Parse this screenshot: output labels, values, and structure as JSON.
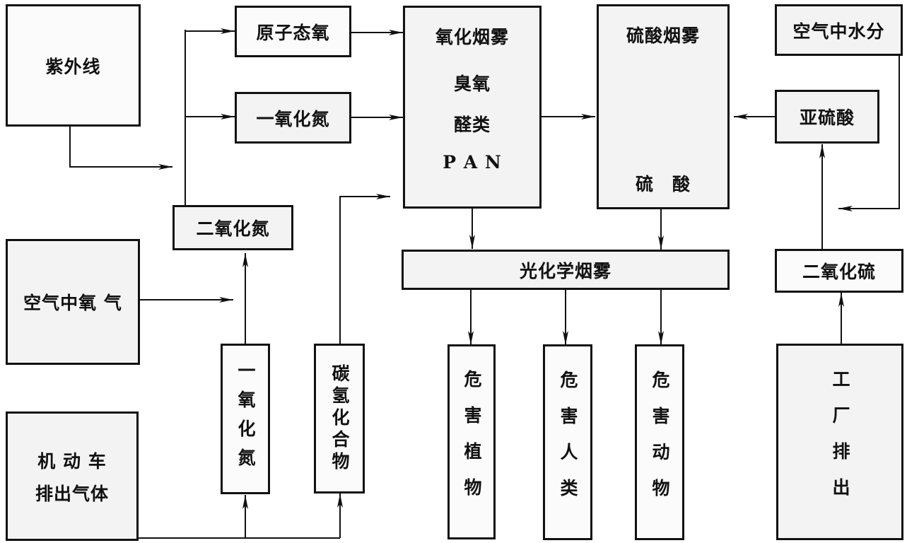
{
  "diagram": {
    "nodes": {
      "uv": "紫外线",
      "atomic_oxygen": "原子态氧",
      "nitric_oxide_top": "一氧化氮",
      "nitrogen_dioxide": "二氧化氮",
      "air_oxygen": "空气中氧 气",
      "vehicle_exhaust_line1": "机 动 车",
      "vehicle_exhaust_line2": "排出气体",
      "nitric_oxide_vertical": "一氧化氮",
      "hydrocarbons": "碳氢化合物",
      "oxidizing_smog": {
        "title": "氧化烟雾",
        "items": [
          "臭氧",
          "醛类",
          "P A N"
        ]
      },
      "sulfuric_smog": {
        "title": "硫酸烟雾",
        "bottom": "硫　酸"
      },
      "air_moisture": "空气中水分",
      "sulfurous_acid": "亚硫酸",
      "photochemical_smog": "光化学烟雾",
      "sulfur_dioxide": "二氧化硫",
      "harm_plants": "危害植物",
      "harm_humans": "危害人类",
      "harm_animals": "危害动物",
      "factory_emission": "工厂排出"
    },
    "edges": [
      {
        "from": "uv",
        "to": "atomic_oxygen"
      },
      {
        "from": "uv",
        "to": "nitric_oxide_top"
      },
      {
        "from": "nitrogen_dioxide",
        "to": "atomic_oxygen"
      },
      {
        "from": "nitrogen_dioxide",
        "to": "nitric_oxide_top"
      },
      {
        "from": "air_oxygen",
        "to": "nitrogen_dioxide"
      },
      {
        "from": "nitric_oxide_vertical",
        "to": "nitrogen_dioxide"
      },
      {
        "from": "vehicle_exhaust",
        "to": "nitric_oxide_vertical"
      },
      {
        "from": "vehicle_exhaust",
        "to": "hydrocarbons"
      },
      {
        "from": "hydrocarbons",
        "to": "oxidizing_smog"
      },
      {
        "from": "atomic_oxygen",
        "to": "oxidizing_smog"
      },
      {
        "from": "nitric_oxide_top",
        "to": "oxidizing_smog"
      },
      {
        "from": "oxidizing_smog",
        "to": "sulfuric_smog"
      },
      {
        "from": "sulfurous_acid",
        "to": "sulfuric_smog"
      },
      {
        "from": "air_moisture",
        "to": "sulfurous_acid"
      },
      {
        "from": "sulfur_dioxide",
        "to": "sulfurous_acid"
      },
      {
        "from": "factory_emission",
        "to": "sulfur_dioxide"
      },
      {
        "from": "oxidizing_smog",
        "to": "photochemical_smog"
      },
      {
        "from": "sulfuric_smog",
        "to": "photochemical_smog"
      },
      {
        "from": "photochemical_smog",
        "to": "harm_plants"
      },
      {
        "from": "photochemical_smog",
        "to": "harm_humans"
      },
      {
        "from": "photochemical_smog",
        "to": "harm_animals"
      }
    ]
  }
}
